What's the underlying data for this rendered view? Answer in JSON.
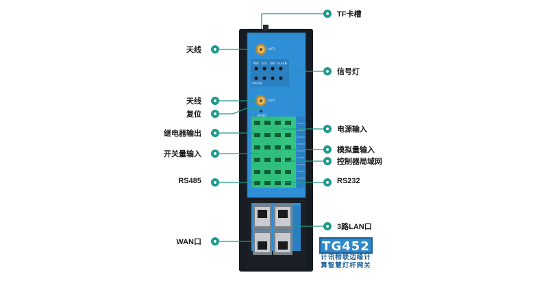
{
  "callouts": {
    "tf_slot": "TF卡槽",
    "antenna_1": "天线",
    "signal_light": "信号灯",
    "antenna_2": "天线",
    "reset": "复位",
    "relay_output": "继电器输出",
    "power_input": "电源输入",
    "switch_input": "开关量输入",
    "analog_input": "模拟量输入",
    "can_bus": "控制器局域网",
    "rs485": "RS485",
    "rs232": "RS232",
    "lan_ports": "3路LAN口",
    "wan_port": "WAN口"
  },
  "panel_labels": {
    "ant1": "ANT1",
    "ant2": "ANT2",
    "reset": "RESET",
    "leds": [
      "PWR",
      "SYS",
      "WIFI",
      "ALARM"
    ],
    "online": "ONLINE"
  },
  "logo": {
    "model": "TG452",
    "line1": "计讯物联边缘计",
    "line2": "算智慧灯杆网关"
  },
  "colors": {
    "accent": "#1e9a8a",
    "device_blue": "#2f8fd6",
    "device_frame": "#141a20",
    "terminal_green": "#2fbf7a"
  }
}
